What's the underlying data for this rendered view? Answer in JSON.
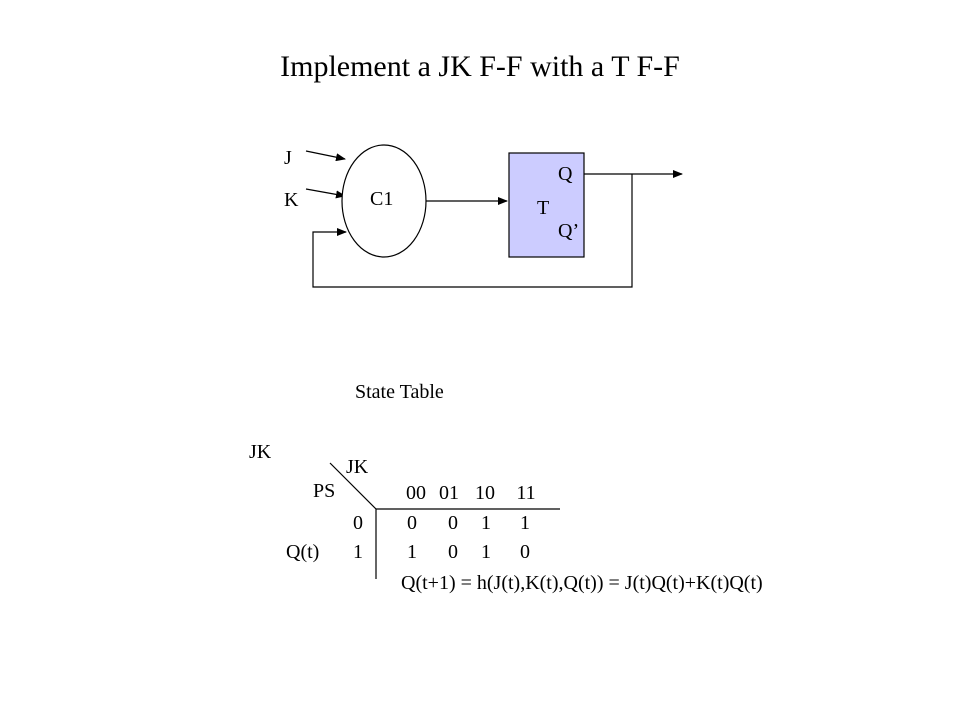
{
  "title": "Implement a JK F-F with a T F-F",
  "circuit": {
    "input_j": "J",
    "input_k": "K",
    "combinational_block": "C1",
    "flipflop": {
      "out_q": "Q",
      "in_t": "T",
      "out_q_bar": "Q’",
      "fill_color": "#CCCCFF"
    }
  },
  "state_table": {
    "caption": "State Table",
    "outer_label": "JK",
    "corner_col_label": "JK",
    "corner_row_label": "PS",
    "column_headers": [
      "00",
      "01",
      "10",
      "11"
    ],
    "row_label": "Q(t)",
    "rows": [
      {
        "ps": "0",
        "cells": [
          "0",
          "0",
          "1",
          "1"
        ]
      },
      {
        "ps": "1",
        "cells": [
          "1",
          "0",
          "1",
          "0"
        ]
      }
    ],
    "equation": "Q(t+1) = h(J(t),K(t),Q(t)) = J(t)Q(t)+K(t)Q(t)"
  }
}
